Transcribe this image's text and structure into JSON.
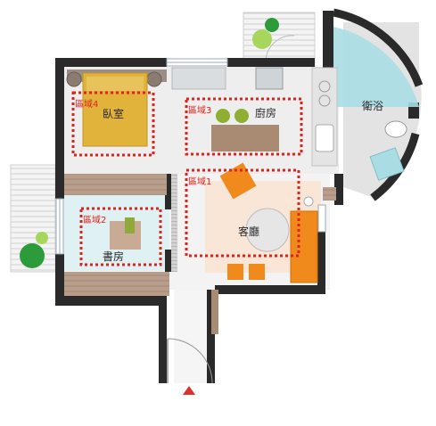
{
  "rooms": {
    "bedroom": "臥室",
    "kitchen": "廚房",
    "bathroom": "衛浴",
    "living": "客廳",
    "study": "書房"
  },
  "zones": {
    "zone1": "區域1",
    "zone2": "區域2",
    "zone3": "區域3",
    "zone4": "區域4"
  },
  "colors": {
    "wall": "#2a2a2a",
    "zone_border": "#e0221b",
    "zone_label": "#e0221b",
    "orange": "#f08a1c",
    "bed": "#e2b33a",
    "living_floor": "#f9e6d7",
    "bath_fixture": "#a9dde3",
    "plant": "#2c9b3a",
    "light_green": "#a6d65c",
    "wood": "#a98a72",
    "entrance_marker": "#d9332b"
  },
  "icons": {
    "entrance": "entrance-triangle-icon"
  }
}
